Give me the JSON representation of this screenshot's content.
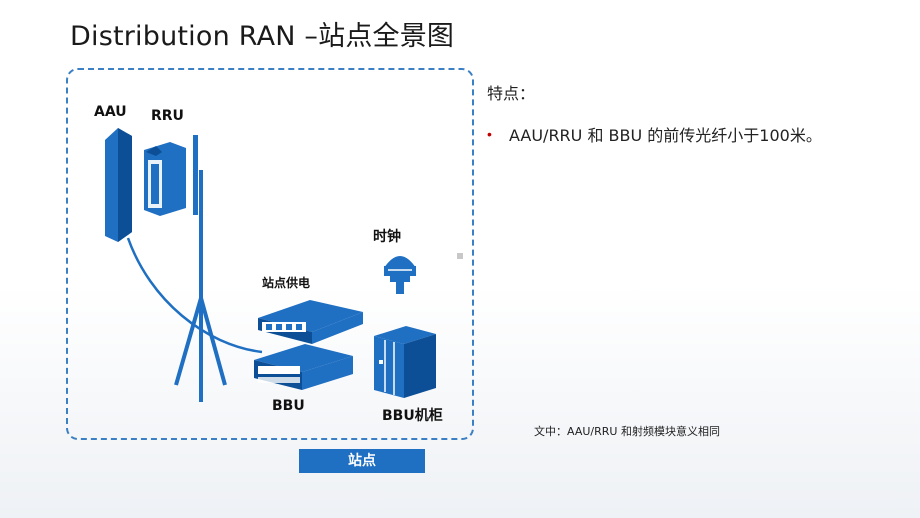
{
  "title": "Distribution RAN –站点全景图",
  "diagram": {
    "labels": {
      "aau": "AAU",
      "rru": "RRU",
      "clock": "时钟",
      "power": "站点供电",
      "bbu": "BBU",
      "bbu_cabinet": "BBU机柜"
    },
    "caption": "站点"
  },
  "features": {
    "heading": "特点：",
    "bullets": [
      "AAU/RRU 和 BBU 的前传光纤小于100米。"
    ]
  },
  "footnote": "文中：AAU/RRU 和射频模块意义相同",
  "colors": {
    "equipment_blue": "#1f6fc2",
    "dark_blue": "#0d4f96",
    "dashed_border": "#3b7fc4",
    "bullet": "#c00000"
  }
}
